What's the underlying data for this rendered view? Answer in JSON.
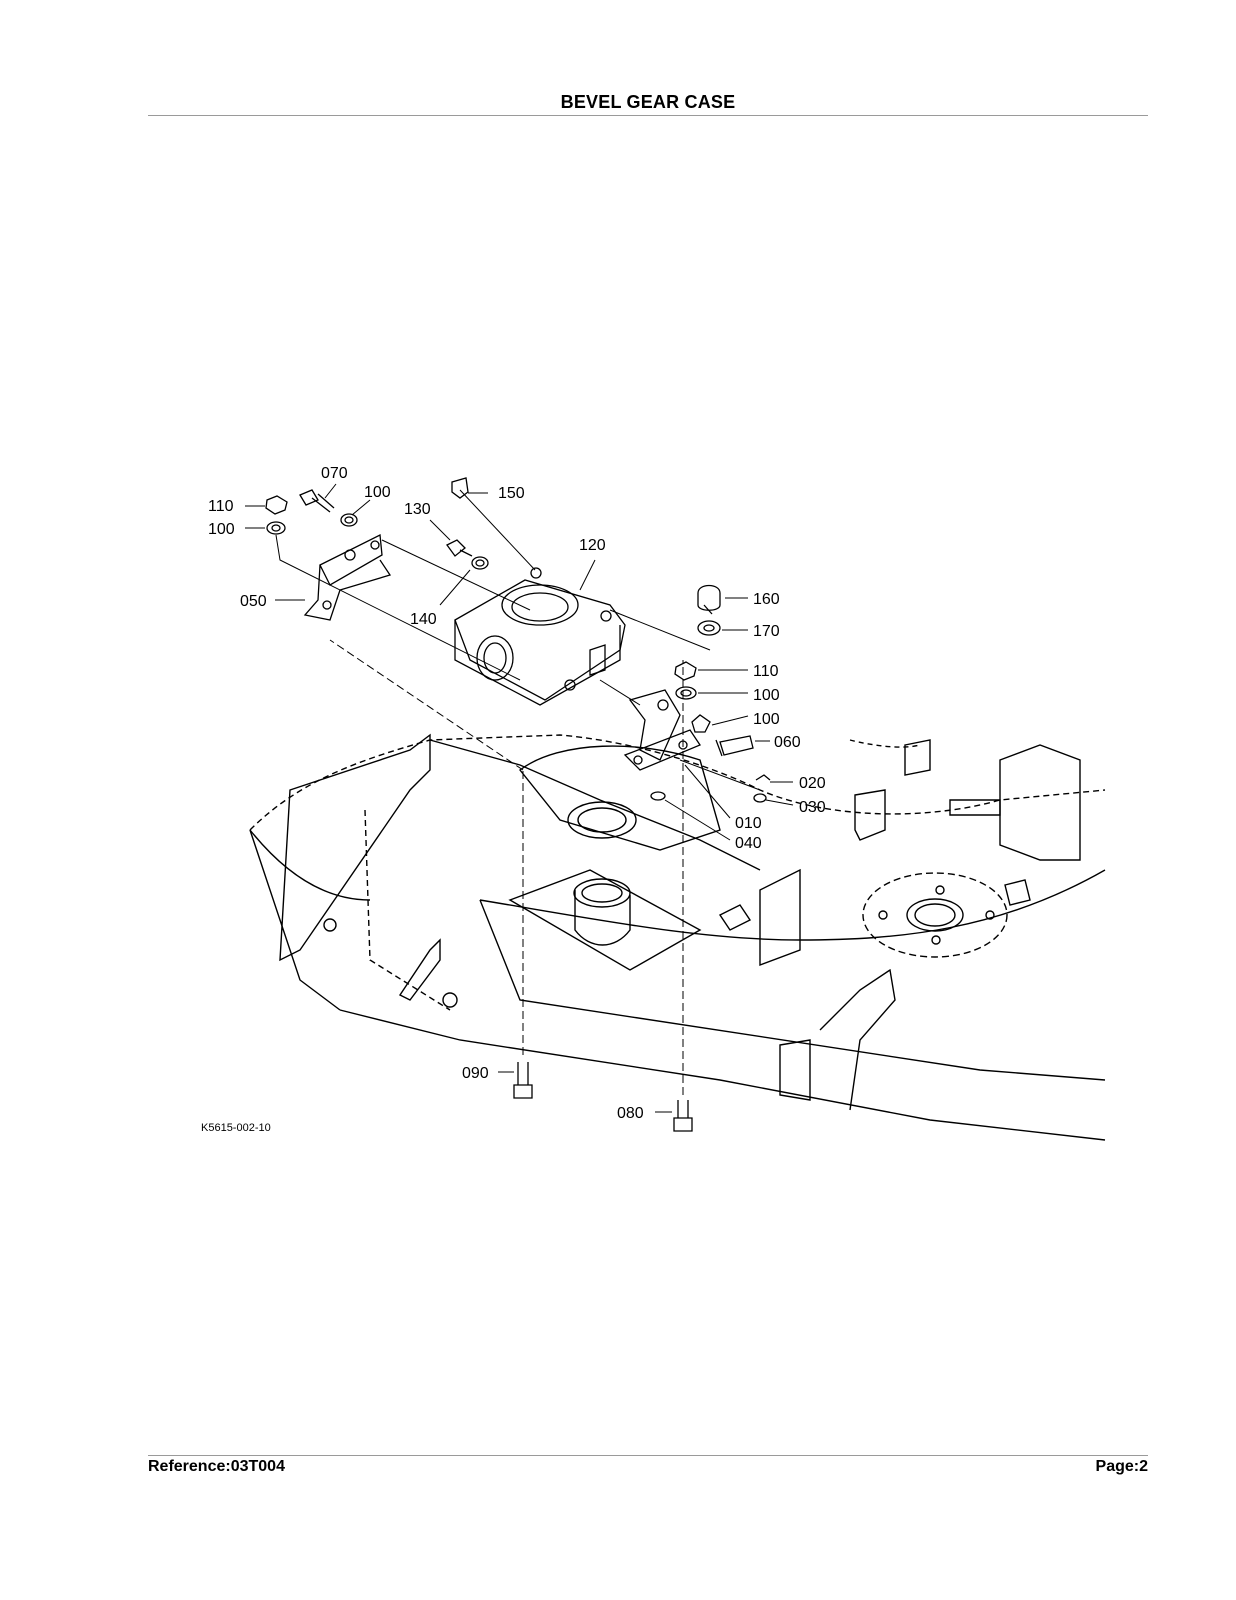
{
  "header": {
    "title": "BEVEL GEAR CASE"
  },
  "footer": {
    "reference": "Reference:03T004",
    "page": "Page:2"
  },
  "diagram": {
    "drawing_code": "K5615-002-10",
    "callouts": [
      "070",
      "100",
      "110",
      "100",
      "050",
      "130",
      "140",
      "150",
      "120",
      "160",
      "170",
      "110",
      "100",
      "100",
      "060",
      "020",
      "030",
      "010",
      "040",
      "090",
      "080"
    ]
  }
}
